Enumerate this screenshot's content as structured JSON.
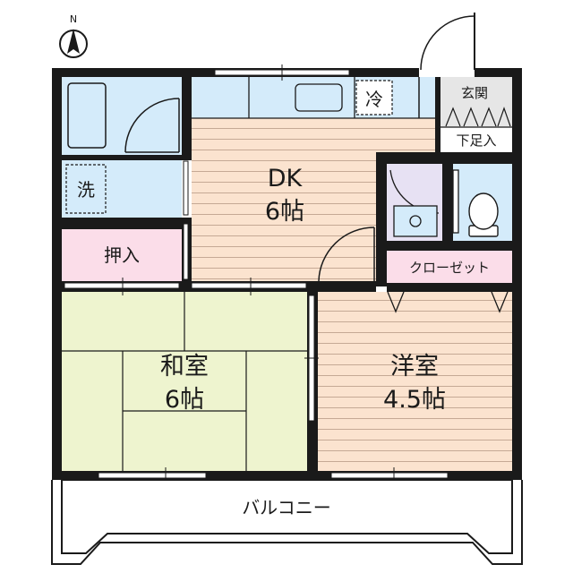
{
  "compass": {
    "north_label": "N"
  },
  "rooms": {
    "dk": {
      "name": "DK",
      "size": "6帖"
    },
    "washitsu": {
      "name": "和室",
      "size": "6帖"
    },
    "youshitsu": {
      "name": "洋室",
      "size": "4.5帖"
    },
    "oshiire": {
      "name": "押入"
    },
    "closet": {
      "name": "クローゼット"
    },
    "genkan": {
      "name": "玄関"
    },
    "getabako": {
      "name": "下足入"
    },
    "sentaku": {
      "name": "洗"
    },
    "reizouko": {
      "name": "冷"
    },
    "balcony": {
      "name": "バルコニー"
    }
  },
  "colors": {
    "wall": "#1a1a1a",
    "tatami": "#eef4cf",
    "wood_floor": "#fbe3cf",
    "wet_area": "#d4ebfa",
    "storage": "#fbdde9",
    "entrance": "#e6e6e6",
    "closet_room": "#e7e1f3"
  }
}
